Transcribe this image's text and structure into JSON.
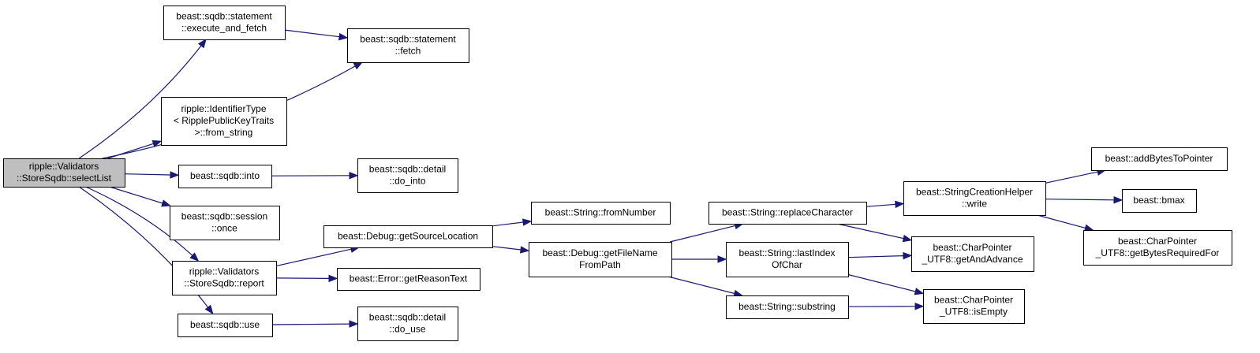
{
  "graph": {
    "nodes": [
      {
        "id": "n_selectlist",
        "lines": [
          "ripple::Validators",
          "::StoreSqdb::selectList"
        ],
        "root": true
      },
      {
        "id": "n_exec_fetch",
        "lines": [
          "beast::sqdb::statement",
          "::execute_and_fetch"
        ]
      },
      {
        "id": "n_fetch",
        "lines": [
          "beast::sqdb::statement",
          "::fetch"
        ]
      },
      {
        "id": "n_from_string",
        "lines": [
          "ripple::IdentifierType",
          "< RipplePublicKeyTraits",
          ">::from_string"
        ]
      },
      {
        "id": "n_into",
        "lines": [
          "beast::sqdb::into"
        ]
      },
      {
        "id": "n_do_into",
        "lines": [
          "beast::sqdb::detail",
          "::do_into"
        ]
      },
      {
        "id": "n_once",
        "lines": [
          "beast::sqdb::session",
          "::once"
        ]
      },
      {
        "id": "n_report",
        "lines": [
          "ripple::Validators",
          "::StoreSqdb::report"
        ]
      },
      {
        "id": "n_use",
        "lines": [
          "beast::sqdb::use"
        ]
      },
      {
        "id": "n_do_use",
        "lines": [
          "beast::sqdb::detail",
          "::do_use"
        ]
      },
      {
        "id": "n_getsourceloc",
        "lines": [
          "beast::Debug::getSourceLocation"
        ]
      },
      {
        "id": "n_reasontext",
        "lines": [
          "beast::Error::getReasonText"
        ]
      },
      {
        "id": "n_fromnumber",
        "lines": [
          "beast::String::fromNumber"
        ]
      },
      {
        "id": "n_getfilename",
        "lines": [
          "beast::Debug::getFileName",
          "FromPath"
        ]
      },
      {
        "id": "n_replacechar",
        "lines": [
          "beast::String::replaceCharacter"
        ]
      },
      {
        "id": "n_lastindex",
        "lines": [
          "beast::String::lastIndex",
          "OfChar"
        ]
      },
      {
        "id": "n_substring",
        "lines": [
          "beast::String::substring"
        ]
      },
      {
        "id": "n_sch_write",
        "lines": [
          "beast::StringCreationHelper",
          "::write"
        ]
      },
      {
        "id": "n_getandadvance",
        "lines": [
          "beast::CharPointer",
          "_UTF8::getAndAdvance"
        ]
      },
      {
        "id": "n_isempty",
        "lines": [
          "beast::CharPointer",
          "_UTF8::isEmpty"
        ]
      },
      {
        "id": "n_addbytes",
        "lines": [
          "beast::addBytesToPointer"
        ]
      },
      {
        "id": "n_bmax",
        "lines": [
          "beast::bmax"
        ]
      },
      {
        "id": "n_getbytesreq",
        "lines": [
          "beast::CharPointer",
          "_UTF8::getBytesRequiredFor"
        ]
      }
    ],
    "edges": [
      {
        "from": "n_selectlist",
        "to": "n_exec_fetch"
      },
      {
        "from": "n_selectlist",
        "to": "n_fetch"
      },
      {
        "from": "n_exec_fetch",
        "to": "n_fetch"
      },
      {
        "from": "n_selectlist",
        "to": "n_from_string"
      },
      {
        "from": "n_selectlist",
        "to": "n_into"
      },
      {
        "from": "n_into",
        "to": "n_do_into"
      },
      {
        "from": "n_selectlist",
        "to": "n_once"
      },
      {
        "from": "n_selectlist",
        "to": "n_report"
      },
      {
        "from": "n_selectlist",
        "to": "n_use"
      },
      {
        "from": "n_use",
        "to": "n_do_use"
      },
      {
        "from": "n_report",
        "to": "n_getsourceloc"
      },
      {
        "from": "n_report",
        "to": "n_reasontext"
      },
      {
        "from": "n_getsourceloc",
        "to": "n_fromnumber"
      },
      {
        "from": "n_getsourceloc",
        "to": "n_getfilename"
      },
      {
        "from": "n_getfilename",
        "to": "n_replacechar"
      },
      {
        "from": "n_getfilename",
        "to": "n_lastindex"
      },
      {
        "from": "n_getfilename",
        "to": "n_substring"
      },
      {
        "from": "n_replacechar",
        "to": "n_sch_write"
      },
      {
        "from": "n_replacechar",
        "to": "n_getandadvance"
      },
      {
        "from": "n_lastindex",
        "to": "n_getandadvance"
      },
      {
        "from": "n_lastindex",
        "to": "n_isempty"
      },
      {
        "from": "n_substring",
        "to": "n_isempty"
      },
      {
        "from": "n_sch_write",
        "to": "n_addbytes"
      },
      {
        "from": "n_sch_write",
        "to": "n_bmax"
      },
      {
        "from": "n_sch_write",
        "to": "n_getbytesreq"
      }
    ]
  }
}
